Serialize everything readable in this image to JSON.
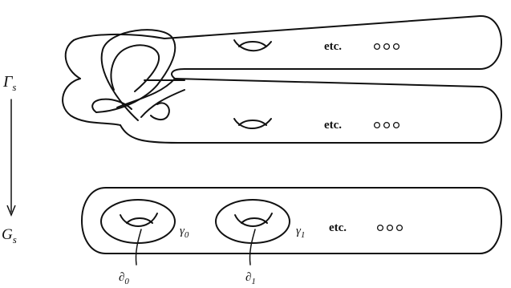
{
  "labels": {
    "gamma_s_big": "Γ",
    "gamma_s_sub": "s",
    "g_s_big": "G",
    "g_s_sub": "s",
    "gamma0_big": "γ",
    "gamma0_sub": "0",
    "gamma1_big": "γ",
    "gamma1_sub": "1",
    "delta0_big": "∂",
    "delta0_sub": "0",
    "delta1_big": "∂",
    "delta1_sub": "1"
  },
  "etc_text": [
    "etc.",
    "etc.",
    "etc."
  ]
}
